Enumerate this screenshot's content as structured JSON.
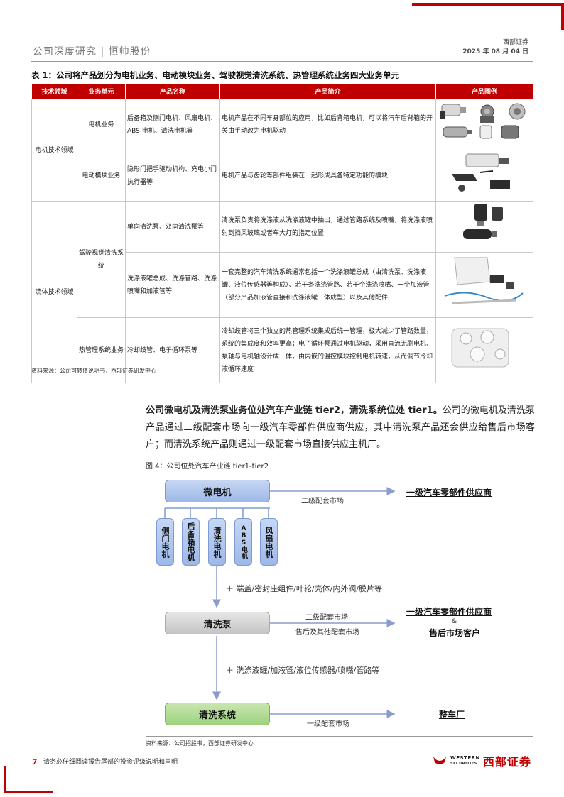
{
  "header": {
    "left": "公司深度研究 | 恒帅股份",
    "brand": "西部证券",
    "date": "2025 年 08 月 04 日"
  },
  "table": {
    "title": "表 1：公司将产品划分为电机业务、电动模块业务、驾驶视觉清洗系统、热管理系统业务四大业务单元",
    "headers": [
      "技术领域",
      "业务单元",
      "产品名称",
      "产品简介",
      "产品图例"
    ],
    "rows": [
      {
        "field": "电机技术领域",
        "unit": "电机业务",
        "product": "后备箱及侧门电机、风扇电机、ABS 电机、清洗电机等",
        "intro": "电机产品在不同车身部位的应用，比如后背箱电机，可以将汽车后背箱的开关由手动改为电机驱动"
      },
      {
        "unit": "电动模块业务",
        "product": "隐形门把手驱动机构、充电小门执行器等",
        "intro": "电机产品与齿轮等部件组装在一起形成具备特定功能的模块"
      },
      {
        "field": "流体技术领域",
        "unit": "驾驶视觉清洗系统",
        "product": "单向清洗泵、双向清洗泵等",
        "intro": "清洗泵负责将洗涤液从洗涤液罐中抽出，通过管路系统及喷嘴，将洗涤液喷射到挡风玻璃或者车大灯的指定位置"
      },
      {
        "product": "洗涤液罐总成、洗涤管路、洗涤喷嘴和加液管等",
        "intro": "一套完整的汽车清洗系统通常包括一个洗涤液罐总成（由清洗泵、洗涤液罐、液位传感器等构成）、若干条洗涤管路、若干个洗涤喷嘴、一个加液管（部分产品加液管直接和洗涤液罐一体成型）以及其他配件"
      },
      {
        "unit": "热管理系统业务",
        "product": "冷却歧管、电子循环泵等",
        "intro": "冷却歧管将三个独立的热管理系统集成后统一管理，极大减少了管路数量，系统的集成度和效率更高；电子循环泵通过电机驱动，采用直流无刷电机、泵轴与电机轴设计成一体，由内嵌的温控模块控制电机转速，从而调节冷却液循环速度"
      }
    ],
    "source": "资料来源：公司可转债说明书，西部证券研发中心"
  },
  "paragraph": {
    "bold": "公司微电机及清洗泵业务位处汽车产业链 tier2，清洗系统位处 tier1。",
    "text": "公司的微电机及清洗泵产品通过二级配套市场向一级汽车零部件供应商供应，其中清洗泵产品还会供应给售后市场客户；而清洗系统产品则通过一级配套市场直接供应主机厂。"
  },
  "figure": {
    "title": "图 4：公司位处汽车产业链 tier1-tier2",
    "motor_main": "微电机",
    "motors": [
      "侧门电机",
      "后备箱电机",
      "清洗电机",
      "ABS电机",
      "风扇电机"
    ],
    "pump": "清洗泵",
    "system": "清洗系统",
    "add1": "＋ 端盖/密封座组件/叶轮/壳体/内外阀/膜片等",
    "add2": "＋ 洗涤液罐/加液管/液位传感器/喷嘴/管路等",
    "market2": "二级配套市场",
    "market2b": "二级配套市场",
    "aftermarket_label": "售后及其他配套市场",
    "market1": "一级配套市场",
    "tier1_a": "一级汽车零部件供应商",
    "tier1_b": "一级汽车零部件供应商",
    "amp": "&",
    "aftermarket": "售后市场客户",
    "oem": "整车厂",
    "source": "资料来源：公司招股书，西部证券研发中心"
  },
  "footer": {
    "page": "7",
    "text": "请务必仔细阅读报告尾部的投资评级说明和声明",
    "logo_en1": "WESTERN",
    "logo_en2": "SECURITIES",
    "logo_cn": "西部证券"
  }
}
